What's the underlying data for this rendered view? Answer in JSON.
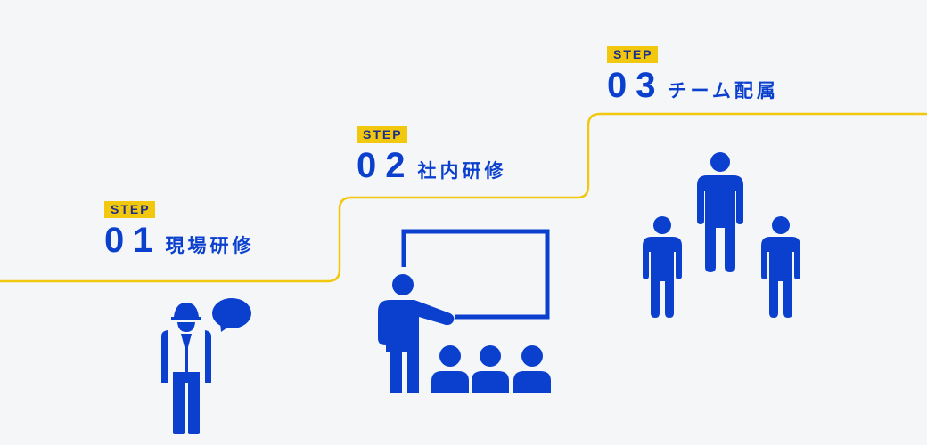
{
  "steps": [
    {
      "badge": "STEP",
      "number": "01",
      "title": "現場研修",
      "icon": "construction-worker-icon"
    },
    {
      "badge": "STEP",
      "number": "02",
      "title": "社内研修",
      "icon": "presentation-icon"
    },
    {
      "badge": "STEP",
      "number": "03",
      "title": "チーム配属",
      "icon": "team-icon"
    }
  ],
  "colors": {
    "accent": "#0b40cf",
    "line": "#f2c80f",
    "background": "#f5f6f8"
  }
}
